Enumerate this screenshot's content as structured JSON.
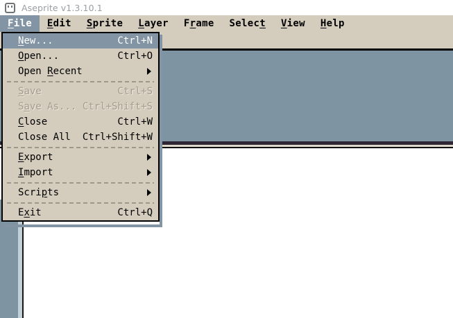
{
  "window": {
    "title": "Aseprite v1.3.10.1",
    "icon": "aseprite-logo-icon"
  },
  "menubar": {
    "items": [
      {
        "label": "File",
        "mnemonic": "F",
        "active": true
      },
      {
        "label": "Edit",
        "mnemonic": "E",
        "active": false
      },
      {
        "label": "Sprite",
        "mnemonic": "S",
        "active": false
      },
      {
        "label": "Layer",
        "mnemonic": "L",
        "active": false
      },
      {
        "label": "Frame",
        "mnemonic": "r",
        "active": false
      },
      {
        "label": "Select",
        "mnemonic": "t",
        "active": false
      },
      {
        "label": "View",
        "mnemonic": "V",
        "active": false
      },
      {
        "label": "Help",
        "mnemonic": "H",
        "active": false
      }
    ]
  },
  "file_menu": {
    "items": [
      {
        "label": "New...",
        "accel": "Ctrl+N",
        "state": "highlighted",
        "submenu": false
      },
      {
        "label": "Open...",
        "accel": "Ctrl+O",
        "state": "enabled",
        "submenu": false
      },
      {
        "label": "Open Recent",
        "accel": "",
        "state": "enabled",
        "submenu": true
      },
      {
        "separator": true
      },
      {
        "label": "Save",
        "accel": "Ctrl+S",
        "state": "disabled",
        "submenu": false
      },
      {
        "label": "Save As...",
        "accel": "Ctrl+Shift+S",
        "state": "disabled",
        "submenu": false
      },
      {
        "label": "Close",
        "accel": "Ctrl+W",
        "state": "enabled",
        "submenu": false
      },
      {
        "label": "Close All",
        "accel": "Ctrl+Shift+W",
        "state": "enabled",
        "submenu": false
      },
      {
        "separator": true
      },
      {
        "label": "Export",
        "accel": "",
        "state": "enabled",
        "submenu": true
      },
      {
        "label": "Import",
        "accel": "",
        "state": "enabled",
        "submenu": true
      },
      {
        "separator": true
      },
      {
        "label": "Scripts",
        "accel": "",
        "state": "enabled",
        "submenu": true
      },
      {
        "separator": true
      },
      {
        "label": "Exit",
        "accel": "Ctrl+Q",
        "state": "enabled",
        "submenu": false
      }
    ]
  },
  "colors": {
    "menu_face": "#d4ccbc",
    "highlight": "#8395a4",
    "canvas_backdrop": "#7f94a3",
    "titlebar_text": "#9a9ea2",
    "disabled_text": "#a39d90",
    "window_background": "#ffffff"
  }
}
